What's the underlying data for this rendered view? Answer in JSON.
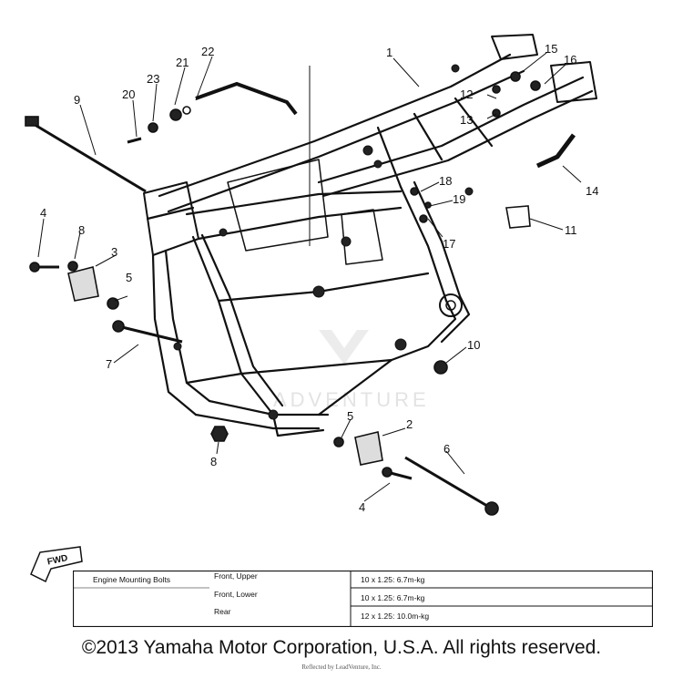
{
  "callouts": {
    "c1": "1",
    "c2": "2",
    "c3": "3",
    "c4a": "4",
    "c4b": "4",
    "c5a": "5",
    "c5b": "5",
    "c6": "6",
    "c7": "7",
    "c8a": "8",
    "c8b": "8",
    "c9": "9",
    "c10": "10",
    "c11": "11",
    "c12": "12",
    "c13": "13",
    "c14": "14",
    "c15": "15",
    "c16": "16",
    "c17": "17",
    "c18": "18",
    "c19": "19",
    "c20": "20",
    "c21": "21",
    "c22": "22",
    "c23": "23"
  },
  "watermark": "ADVENTURE",
  "fwd_label": "FWD",
  "table": {
    "header": "Engine Mounting Bolts",
    "rows": [
      {
        "position": "Front, Upper",
        "spec": "10 x 1.25: 6.7m-kg"
      },
      {
        "position": "Front, Lower",
        "spec": "10 x 1.25: 6.7m-kg"
      },
      {
        "position": "Rear",
        "spec": "12 x 1.25: 10.0m-kg"
      }
    ]
  },
  "copyright": "©2013 Yamaha Motor Corporation, U.S.A. All rights reserved.",
  "footnote": "Reflected by LeadVenture, Inc."
}
